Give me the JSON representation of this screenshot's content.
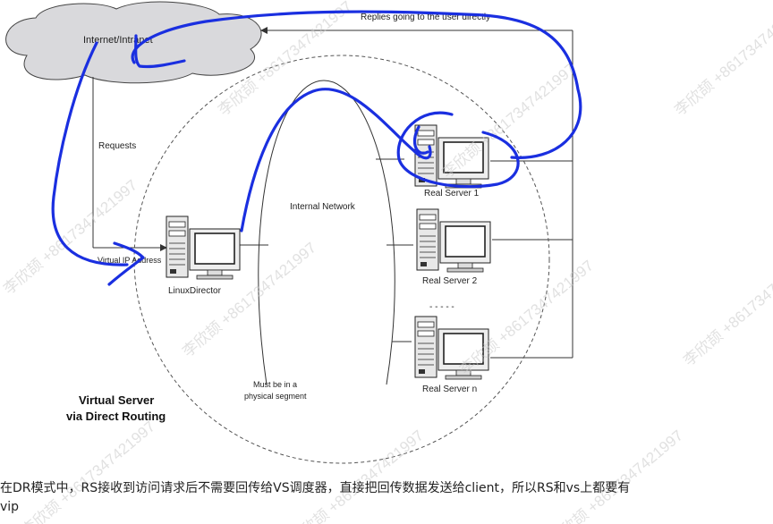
{
  "diagram": {
    "cloud_label": "Internet/Intranet",
    "replies_label": "Replies going to the user directly",
    "requests_label": "Requests",
    "vip_label": "Virtual IP Address",
    "director_label": "LinuxDirector",
    "internal_network_label": "Internal Network",
    "real_server_1": "Real Server 1",
    "real_server_2": "Real Server 2",
    "real_server_n": "Real Server n",
    "dots": "- - - - -",
    "segment_line1": "Must be in a",
    "segment_line2": "physical segment",
    "title_line1": "Virtual Server",
    "title_line2": "via Direct Routing"
  },
  "caption": {
    "line1": "在DR模式中，RS接收到访问请求后不需要回传给VS调度器，直接把回传数据发送给client，所以RS和vs上都要有",
    "line2": "vip"
  },
  "watermark": {
    "text": "李欣颉 +8617347421997"
  },
  "colors": {
    "annotation": "#1a2fe0",
    "cloud": "#d9d9dc",
    "line": "#333333"
  }
}
